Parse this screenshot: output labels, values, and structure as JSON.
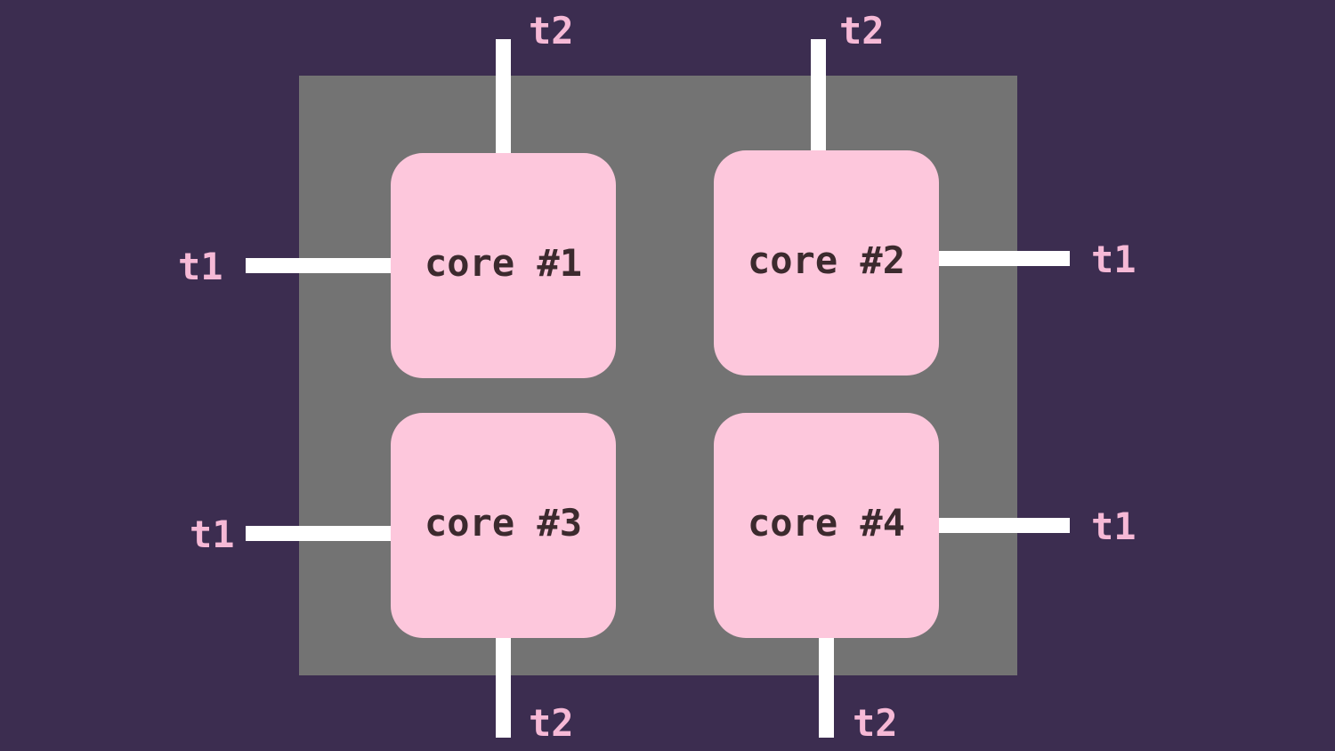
{
  "colors": {
    "background": "#3c2d50",
    "chip": "#737373",
    "core_fill": "#fdc7dc",
    "core_text": "#3c2a2e",
    "thread_text": "#f6b9d6",
    "wire": "#ffffff"
  },
  "cores": [
    {
      "label": "core #1",
      "threads": {
        "horizontal": "t1",
        "vertical": "t2"
      }
    },
    {
      "label": "core #2",
      "threads": {
        "horizontal": "t1",
        "vertical": "t2"
      }
    },
    {
      "label": "core #3",
      "threads": {
        "horizontal": "t1",
        "vertical": "t2"
      }
    },
    {
      "label": "core #4",
      "threads": {
        "horizontal": "t1",
        "vertical": "t2"
      }
    }
  ]
}
